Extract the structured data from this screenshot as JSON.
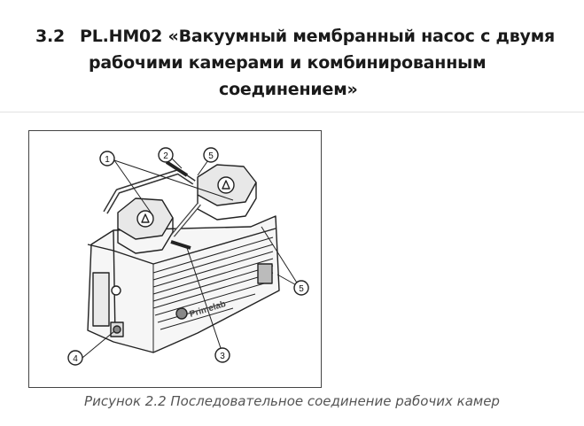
{
  "section": {
    "number": "3.2",
    "title_line1": "PL.HM02 «Вакуумный мембранный насос с двумя",
    "title_line2": "рабочими камерами и комбинированным",
    "title_line3": "соединением»"
  },
  "figure": {
    "callouts": [
      "1",
      "2",
      "5",
      "5",
      "4",
      "3"
    ],
    "brand": "Primelab",
    "caption": "Рисунок 2.2 Последовательное соединение рабочих камер"
  }
}
